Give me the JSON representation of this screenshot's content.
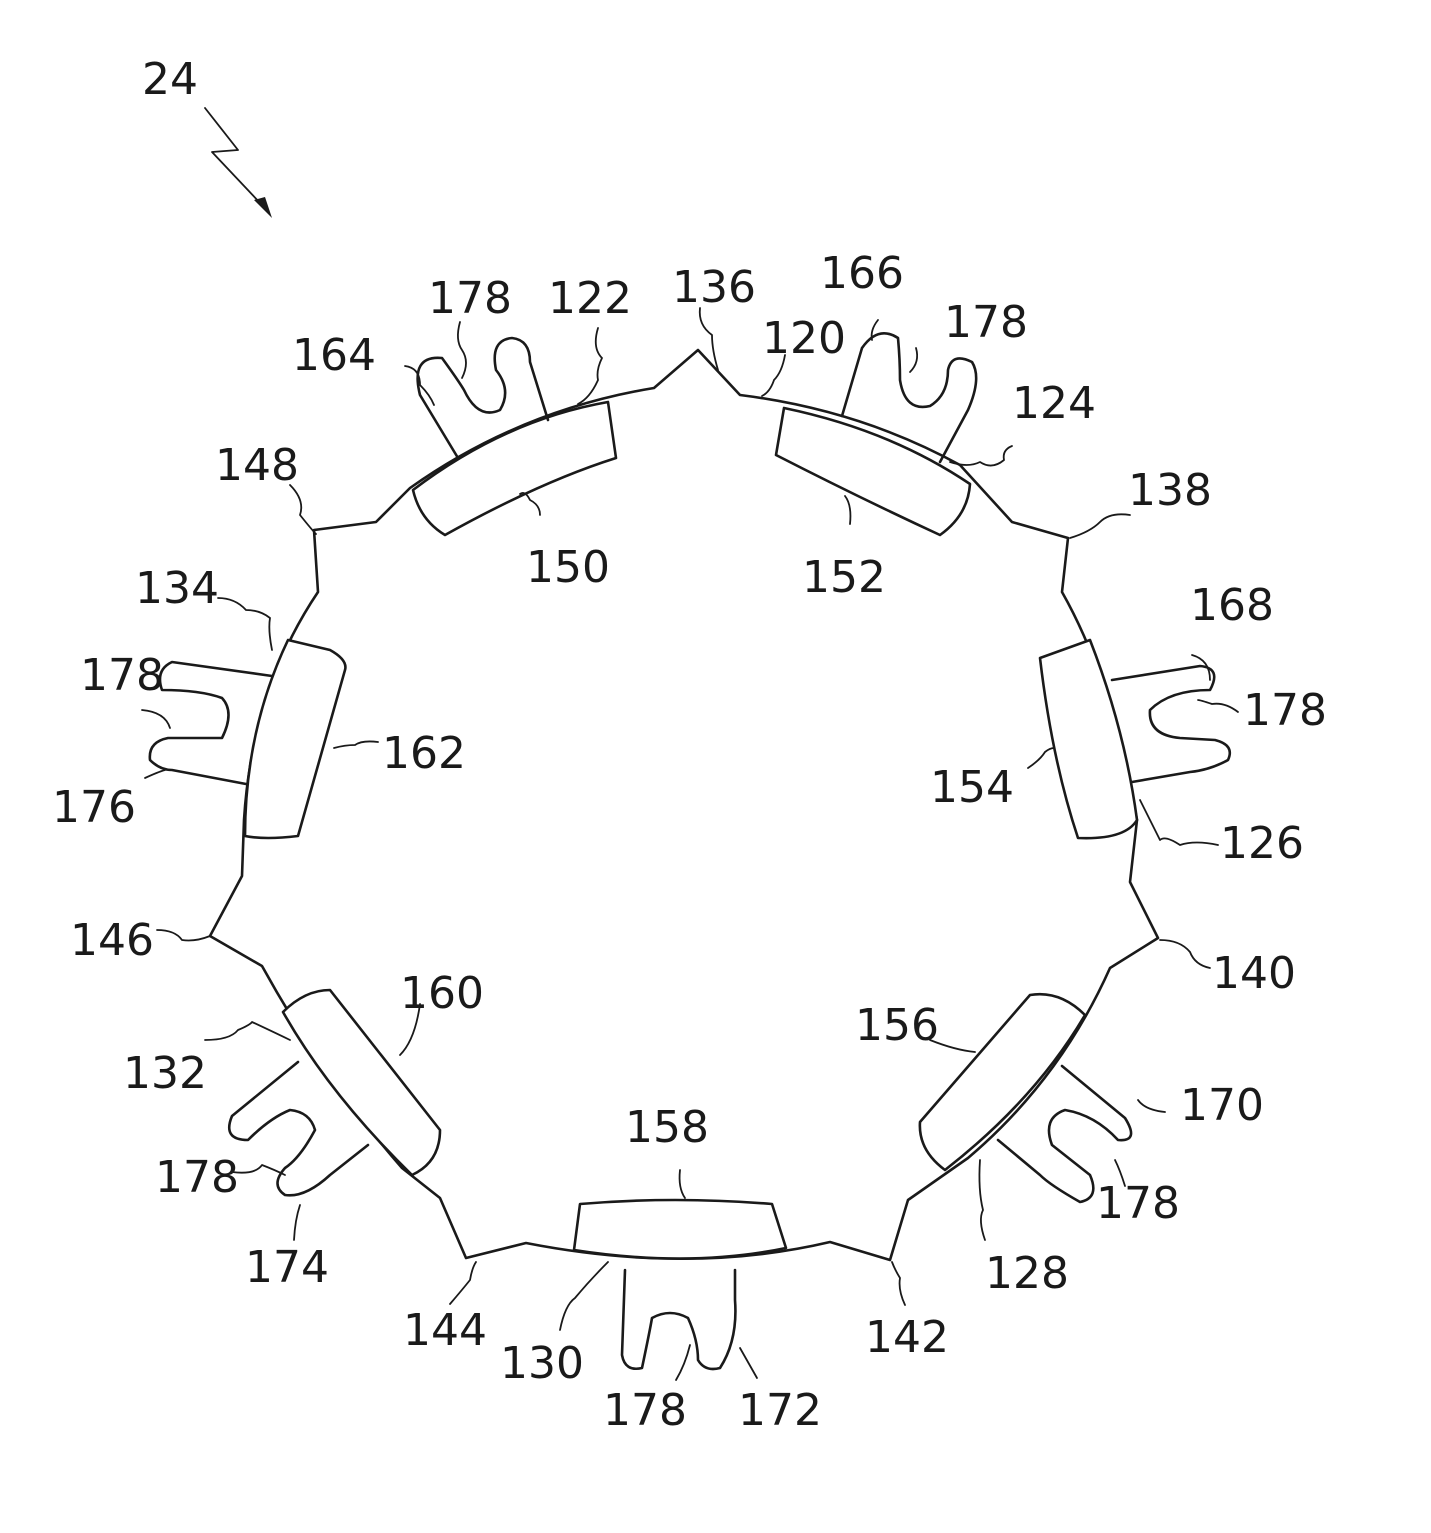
{
  "figure": {
    "assembly_ref": "24",
    "labels": {
      "l164": "164",
      "l178a": "178",
      "l122": "122",
      "l136": "136",
      "l166": "166",
      "l120": "120",
      "l178b": "178",
      "l124": "124",
      "l148": "148",
      "l138": "138",
      "l150": "150",
      "l152": "152",
      "l134": "134",
      "l168": "168",
      "l178c": "178",
      "l178d": "178",
      "l162": "162",
      "l154": "154",
      "l176": "176",
      "l126": "126",
      "l146": "146",
      "l140": "140",
      "l160": "160",
      "l156": "156",
      "l132": "132",
      "l170": "170",
      "l158": "158",
      "l178e": "178",
      "l178f": "178",
      "l174": "174",
      "l128": "128",
      "l144": "144",
      "l142": "142",
      "l130": "130",
      "l178g": "178",
      "l172": "172"
    }
  }
}
